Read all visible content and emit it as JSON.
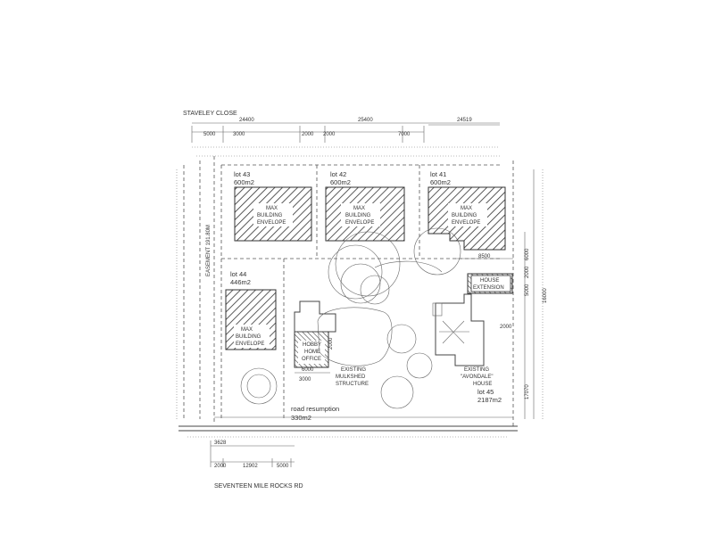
{
  "streets": {
    "top": "STAVELEY CLOSE",
    "bottom": "SEVENTEEN MILE ROCKS RD"
  },
  "dimensions": {
    "top": [
      "5000",
      "3000",
      "24400",
      "2000",
      "2000",
      "25400",
      "7000",
      "24519"
    ],
    "bottom": [
      "3628",
      "2000",
      "12902",
      "5000"
    ],
    "right": [
      "6000",
      "2000",
      "5000",
      "17070",
      "16000"
    ],
    "inner": [
      "8500",
      "6000",
      "2000",
      "3000",
      "2000"
    ]
  },
  "easement": "EASEMENT 191.80M",
  "lots": [
    {
      "name": "lot 43",
      "area": "600m2"
    },
    {
      "name": "lot 42",
      "area": "600m2"
    },
    {
      "name": "lot 41",
      "area": "600m2"
    },
    {
      "name": "lot 44",
      "area": "446m2"
    },
    {
      "name": "lot 45",
      "area": "2187m2"
    }
  ],
  "envelopes": [
    {
      "l1": "MAX",
      "l2": "BUILDING",
      "l3": "ENVELOPE"
    },
    {
      "l1": "MAX",
      "l2": "BUILDING",
      "l3": "ENVELOPE"
    },
    {
      "l1": "MAX",
      "l2": "BUILDING",
      "l3": "ENVELOPE"
    },
    {
      "l1": "MAX",
      "l2": "BUILDING",
      "l3": "ENVELOPE"
    }
  ],
  "structures": {
    "house_extension": {
      "l1": "HOUSE",
      "l2": "EXTENSION"
    },
    "hobby_office": {
      "l1": "HOBBY",
      "l2": "HOME",
      "l3": "OFFICE"
    },
    "existing_structure": {
      "l1": "EXISTING",
      "l2": "MULKSHED",
      "l3": "STRUCTURE"
    },
    "existing_house": {
      "l1": "EXISTING",
      "l2": "\"AVONDALE\"",
      "l3": "HOUSE"
    }
  },
  "road_resumption": {
    "name": "road resumption",
    "area": "330m2"
  }
}
